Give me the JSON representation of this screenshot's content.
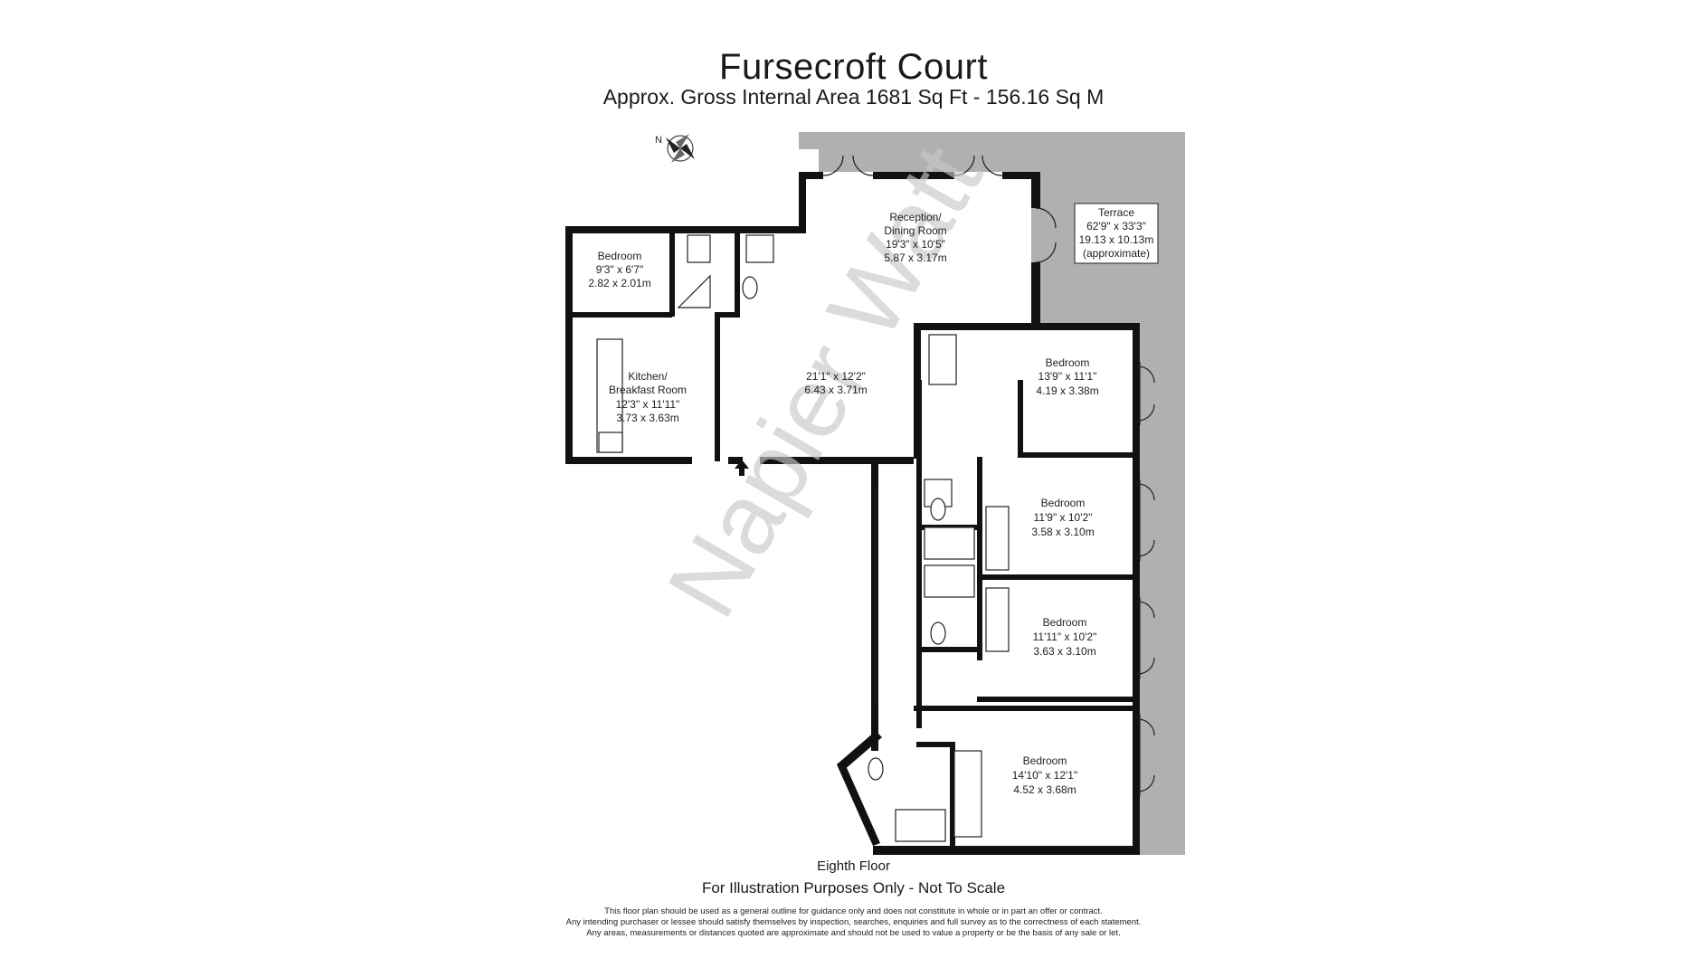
{
  "header": {
    "title": "Fursecroft Court",
    "subtitle": "Approx. Gross Internal Area   1681 Sq Ft  -  156.16 Sq M"
  },
  "compass": {
    "label": "N"
  },
  "rooms": {
    "reception": {
      "line1": "Reception/",
      "line2": "Dining Room",
      "imperial": "19'3\" x 10'5\"",
      "metric": "5.87 x 3.17m"
    },
    "hall": {
      "imperial": "21'1\" x 12'2\"",
      "metric": "6.43 x 3.71m"
    },
    "bedroom_small": {
      "name": "Bedroom",
      "imperial": "9'3\" x 6'7\"",
      "metric": "2.82 x 2.01m"
    },
    "kitchen": {
      "line1": "Kitchen/",
      "line2": "Breakfast Room",
      "imperial": "12'3\" x 11'11\"",
      "metric": "3.73 x 3.63m"
    },
    "terrace": {
      "name": "Terrace",
      "imperial": "62'9\" x 33'3\"",
      "metric": "19.13 x 10.13m",
      "note": "(approximate)"
    },
    "bedroom_1": {
      "name": "Bedroom",
      "imperial": "13'9\" x 11'1\"",
      "metric": "4.19 x 3.38m"
    },
    "bedroom_2": {
      "name": "Bedroom",
      "imperial": "11'9\" x 10'2\"",
      "metric": "3.58 x 3.10m"
    },
    "bedroom_3": {
      "name": "Bedroom",
      "imperial": "11'11\" x 10'2\"",
      "metric": "3.63 x 3.10m"
    },
    "bedroom_4": {
      "name": "Bedroom",
      "imperial": "14'10\" x 12'1\"",
      "metric": "4.52 x 3.68m"
    }
  },
  "watermark": "Napier Watt",
  "footer": {
    "floor": "Eighth Floor",
    "disclaimer": "For Illustration Purposes Only - Not To Scale",
    "notes": [
      "This floor plan should be used as a general outline for guidance only and does not constitute in whole or in part an offer or contract.",
      "Any intending purchaser or lessee should satisfy themselves by inspection, searches, enquiries and full survey as to the correctness of each statement.",
      "Any areas, measurements or distances quoted are approximate and should not be used to value a property or be the basis of any sale or let."
    ]
  },
  "colors": {
    "wall": "#111111",
    "terrace": "#b0b0b0",
    "watermark": "#c8c8c8"
  }
}
